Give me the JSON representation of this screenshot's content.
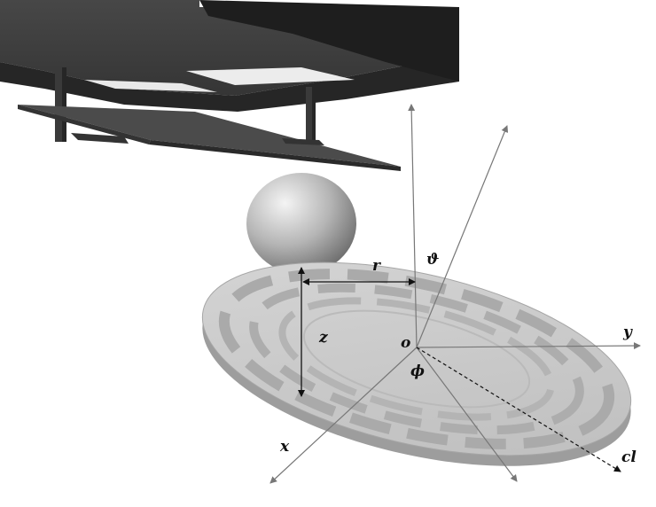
{
  "labels": {
    "r": "r",
    "theta": "ϑ",
    "z": "z",
    "o": "o",
    "y": "y",
    "phi": "ϕ",
    "x": "x",
    "cl": "cl"
  },
  "colors": {
    "housing_top": "#3d3d3d",
    "housing_front": "#262626",
    "housing_side": "#1f1f1f",
    "plate": "#4a4a4a",
    "plate_edge": "#2a2a2a",
    "window": "#e8e8e8",
    "disk_top": "#c9c9c9",
    "disk_side": "#9a9a9a",
    "disk_groove": "#b2b2b2",
    "axis": "#777777",
    "dim": "#111111"
  }
}
